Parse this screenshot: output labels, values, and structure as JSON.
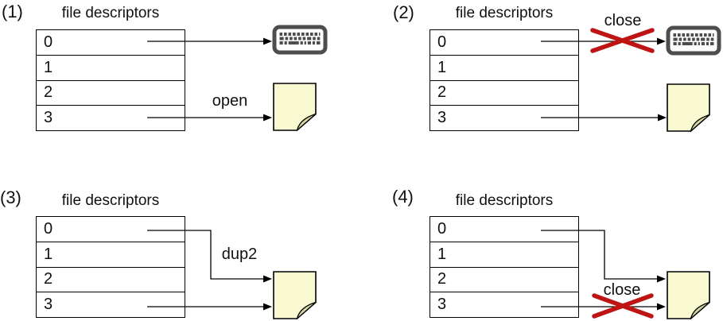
{
  "panels": [
    {
      "step": "(1)",
      "title": "file descriptors",
      "fds": [
        "0",
        "1",
        "2",
        "3"
      ],
      "op": "open",
      "arrows": [
        {
          "from": "fd 0",
          "to": "keyboard",
          "crossed": false
        },
        {
          "from": "fd 3",
          "to": "document",
          "crossed": false,
          "label": "open"
        }
      ],
      "icons": [
        "keyboard-icon",
        "document-icon"
      ]
    },
    {
      "step": "(2)",
      "title": "file descriptors",
      "fds": [
        "0",
        "1",
        "2",
        "3"
      ],
      "op": "close",
      "arrows": [
        {
          "from": "fd 0",
          "to": "keyboard",
          "crossed": true,
          "label": "close"
        },
        {
          "from": "fd 3",
          "to": "document",
          "crossed": false
        }
      ],
      "icons": [
        "keyboard-icon",
        "document-icon"
      ]
    },
    {
      "step": "(3)",
      "title": "file descriptors",
      "fds": [
        "0",
        "1",
        "2",
        "3"
      ],
      "op": "dup2",
      "arrows": [
        {
          "from": "fd 0",
          "to": "document",
          "crossed": false,
          "label": "dup2"
        },
        {
          "from": "fd 3",
          "to": "document",
          "crossed": false
        }
      ],
      "icons": [
        "document-icon"
      ]
    },
    {
      "step": "(4)",
      "title": "file descriptors",
      "fds": [
        "0",
        "1",
        "2",
        "3"
      ],
      "op": "close",
      "arrows": [
        {
          "from": "fd 0",
          "to": "document",
          "crossed": false
        },
        {
          "from": "fd 3",
          "to": "document",
          "crossed": true,
          "label": "close"
        }
      ],
      "icons": [
        "document-icon"
      ]
    }
  ],
  "colors": {
    "line": "#000000",
    "cross_red": "#be1414",
    "file_fill": "#fafad2",
    "file_fold": "#d6d6a0",
    "keyboard_gray": "#4d4d4d",
    "background": "#ffffff"
  }
}
